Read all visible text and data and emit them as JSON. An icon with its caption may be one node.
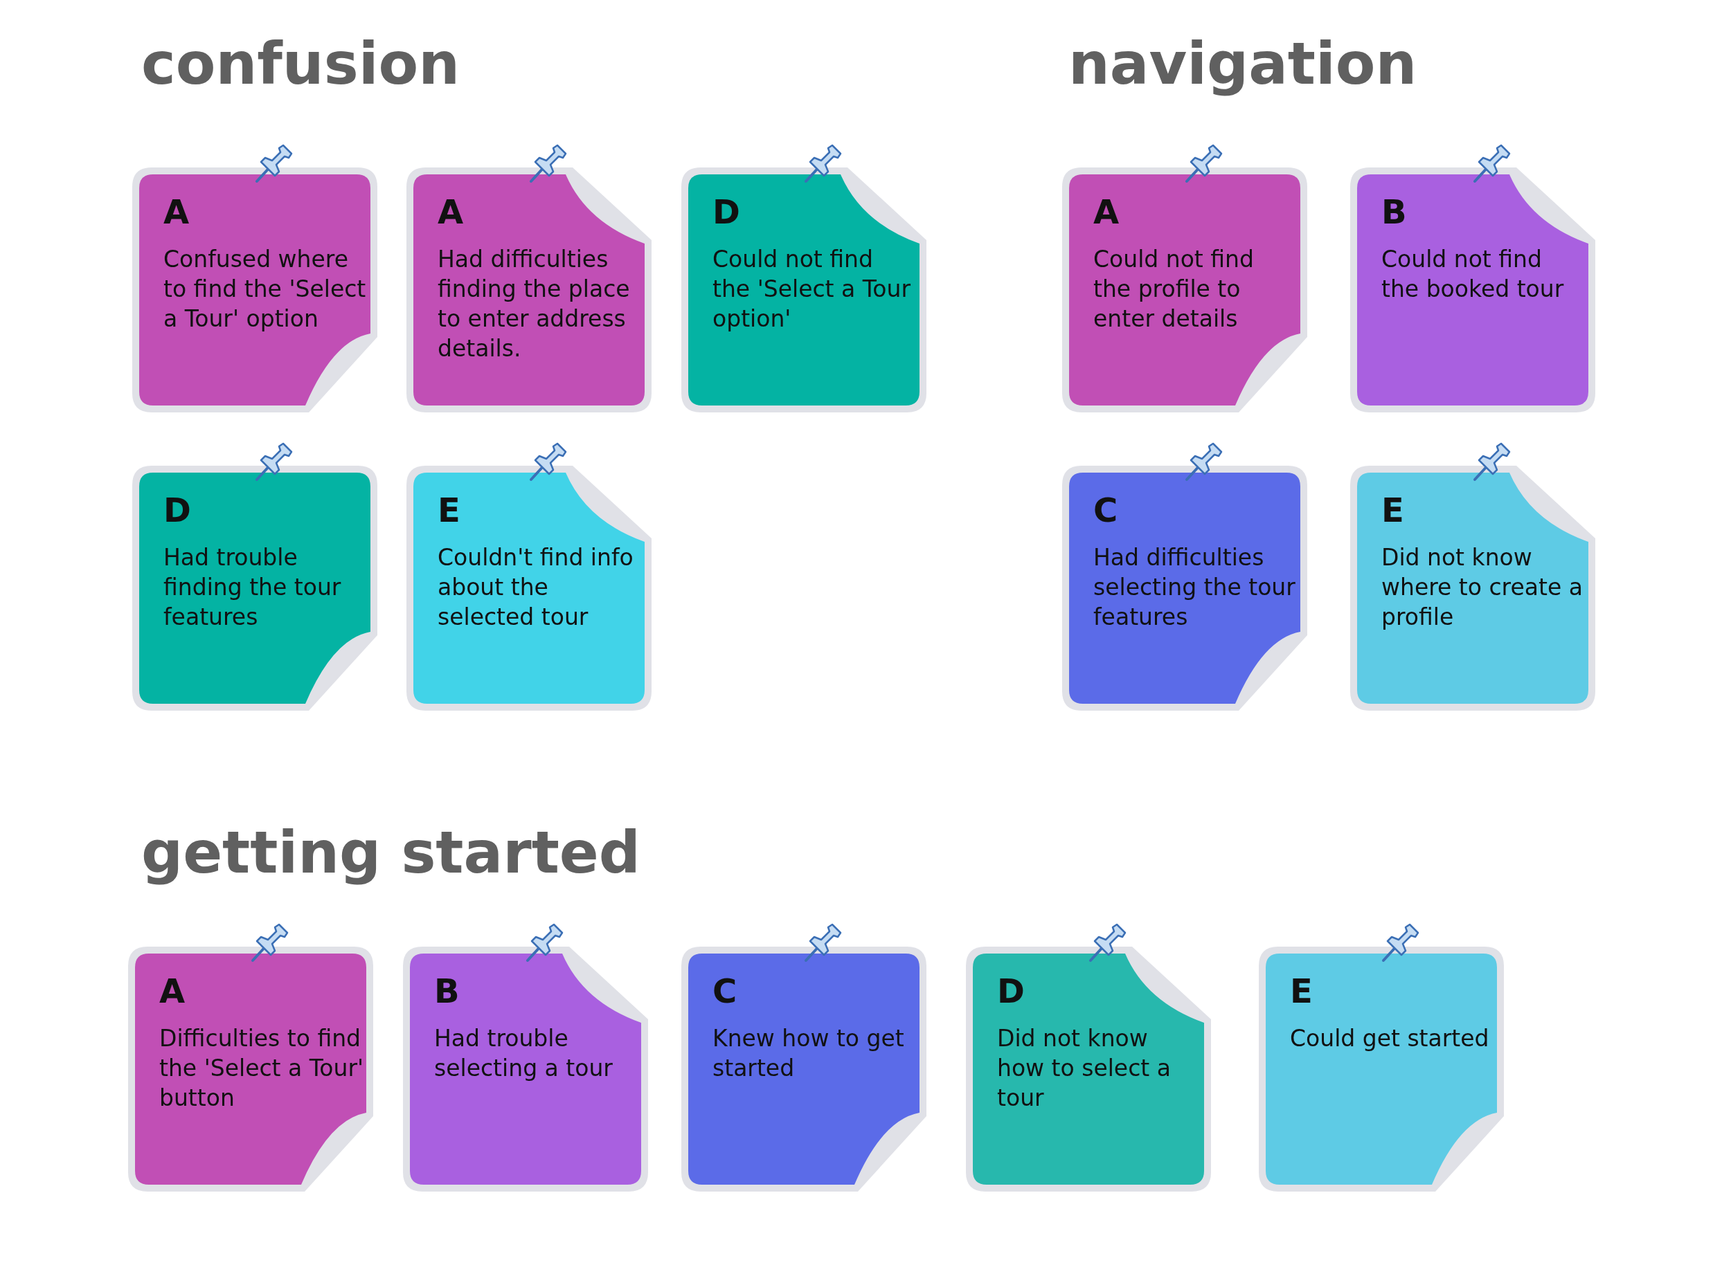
{
  "diagram": {
    "nodes": [
      {
        "text": [
          "confusion"
        ]
      },
      {
        "text": [
          "A",
          "Confused where to find the 'Select a Tour' option"
        ],
        "in": 0
      },
      {
        "text": [
          "A",
          "Had difficulties finding the place to enter address details."
        ],
        "in": 0
      },
      {
        "text": [
          "D",
          "Could not find the 'Select a Tour option'"
        ],
        "in": 0
      },
      {
        "text": [
          "D",
          "Had trouble finding the tour features"
        ],
        "in": 0
      },
      {
        "text": [
          "E",
          "Couldn't find info about the selected tour"
        ],
        "in": 0
      },
      {
        "text": [
          "navigation"
        ]
      },
      {
        "text": [
          "A",
          "Could not find the profile to enter details"
        ],
        "in": 6
      },
      {
        "text": [
          "B",
          "Could not find the booked tour"
        ],
        "in": 6
      },
      {
        "text": [
          "C",
          "Had difficulties selecting the tour features"
        ],
        "in": 6
      },
      {
        "text": [
          "E",
          "Did not know where to create a profile"
        ],
        "in": 6
      },
      {
        "text": [
          "getting started"
        ]
      },
      {
        "text": [
          "A",
          "Difficulties to find the 'Select a Tour' button"
        ],
        "in": 11
      },
      {
        "text": [
          "B",
          "Had trouble selecting a tour"
        ],
        "in": 11
      },
      {
        "text": [
          "C",
          "Knew how to get started"
        ],
        "in": 11
      },
      {
        "text": [
          "D",
          "Did not know how to select a tour"
        ],
        "in": 11
      },
      {
        "text": [
          "E",
          "Could get started"
        ],
        "in": 11
      }
    ],
    "edges": []
  }
}
